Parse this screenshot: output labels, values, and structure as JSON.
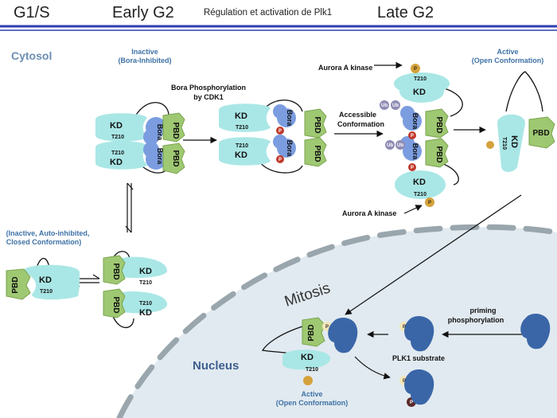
{
  "header": {
    "phase_g1s": "G1/S",
    "phase_early_g2": "Early G2",
    "title": "Régulation et activation de Plk1",
    "phase_late_g2": "Late G2"
  },
  "compartments": {
    "cytosol": "Cytosol",
    "nucleus": "Nucleus",
    "mitosis": "Mitosis"
  },
  "states": {
    "inactive_line1": "Inactive",
    "inactive_line2": "(Bora-Inhibited)",
    "bora_phos_line1": "Bora Phosphorylation",
    "bora_phos_line2": "by CDK1",
    "accessible_line1": "Accessible",
    "accessible_line2": "Conformation",
    "aurora_top": "Aurora A  kinase",
    "aurora_bottom": "Aurora A  kinase",
    "active_top_line1": "Active",
    "active_top_line2": "(Open Conformation)",
    "autoinh_line1": "(Inactive, Auto-inhibited,",
    "autoinh_line2": "Closed  Conformation)",
    "priming_line1": "priming",
    "priming_line2": "phosphorylation",
    "substrate": "PLK1 substrate",
    "active_bottom_line1": "Active",
    "active_bottom_line2": "(Open Conformation)"
  },
  "molecule_labels": {
    "kd": "KD",
    "t210": "T210",
    "pbd": "PBD",
    "bora": "Bora",
    "p": "P",
    "ub": "Ub"
  },
  "colors": {
    "kd": "#a9e7e6",
    "pbd": "#9fc872",
    "bora": "#7b9de0",
    "phospho_red": "#c0392b",
    "phospho_gold": "#d4a23c",
    "ub": "#8f8cb5",
    "substrate": "#3a66a8",
    "header_line": "#2d3fb2",
    "nucleus": "#e1eaf0",
    "label_blue": "#3f72a6"
  }
}
